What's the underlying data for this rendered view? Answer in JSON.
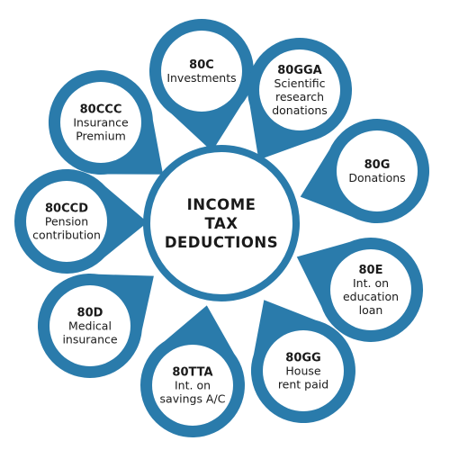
{
  "diagram_data": {
    "accent_color": "#2a7bab",
    "center": {
      "lines": [
        "INCOME",
        "TAX",
        "DEDUCTIONS"
      ]
    },
    "petals": [
      {
        "id": "80c",
        "title": "80C",
        "lines": [
          "Investments"
        ]
      },
      {
        "id": "80gga",
        "title": "80GGA",
        "lines": [
          "Scientific",
          "research",
          "donations"
        ]
      },
      {
        "id": "80g",
        "title": "80G",
        "lines": [
          "Donations"
        ]
      },
      {
        "id": "80e",
        "title": "80E",
        "lines": [
          "Int. on",
          "education",
          "loan"
        ]
      },
      {
        "id": "80gg",
        "title": "80GG",
        "lines": [
          "House",
          "rent paid"
        ]
      },
      {
        "id": "80tta",
        "title": "80TTA",
        "lines": [
          "Int. on",
          "savings A/C"
        ]
      },
      {
        "id": "80d",
        "title": "80D",
        "lines": [
          "Medical",
          "insurance"
        ]
      },
      {
        "id": "80ccd",
        "title": "80CCD",
        "lines": [
          "Pension",
          "contribution"
        ]
      },
      {
        "id": "80ccc",
        "title": "80CCC",
        "lines": [
          "Insurance",
          "Premium"
        ]
      }
    ]
  }
}
